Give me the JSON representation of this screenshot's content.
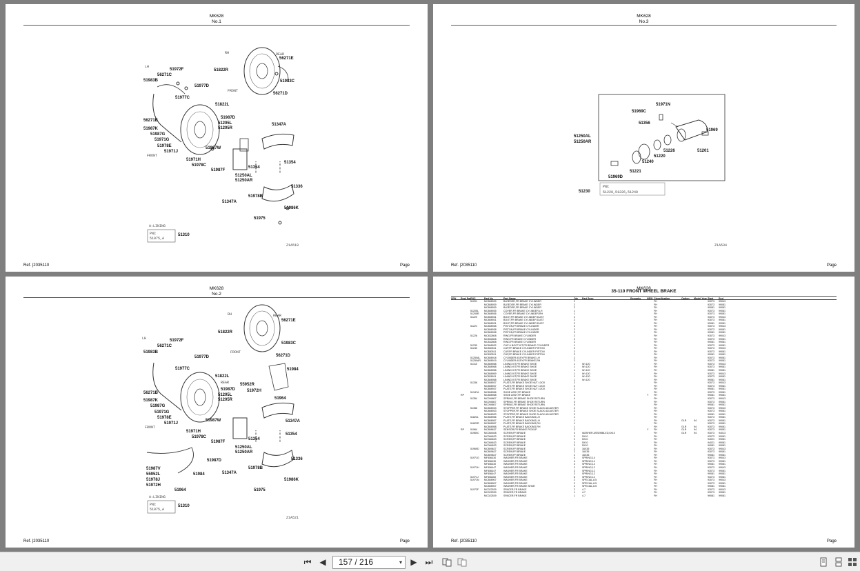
{
  "pages": [
    {
      "model": "MK628",
      "sheet": "No.1",
      "ref_label": "Ref.",
      "ref_value": "|2035110",
      "page_label": "Page"
    },
    {
      "model": "MK628",
      "sheet": "No.3",
      "ref_label": "Ref.",
      "ref_value": "|2035110",
      "page_label": "Page"
    },
    {
      "model": "MK628",
      "sheet": "No.2",
      "ref_label": "Ref.",
      "ref_value": "|2035110",
      "page_label": "Page"
    },
    {
      "model": "MK628",
      "sheet": "35-110 FRONT WHEEL BRAKE",
      "ref_label": "Ref.",
      "ref_value": "|2035110",
      "page_label": "Page"
    }
  ],
  "diagram1": {
    "rh": "RH",
    "lh": "LH",
    "rear": "REAR",
    "front": "FRONT",
    "front2": "FRONT",
    "labels": [
      "51972F",
      "56271C",
      "51983B",
      "51977C",
      "51977D",
      "51822R",
      "56271E",
      "51983C",
      "56271D",
      "51822L",
      "51987D",
      "51205L",
      "51205R",
      "56271B",
      "51987K",
      "51987G",
      "51971G",
      "51978E",
      "51971J",
      "51987W",
      "51971H",
      "51978C",
      "51987F",
      "51347A",
      "51354",
      "51354",
      "51250AL",
      "51250AR",
      "51336",
      "51978B",
      "51347A",
      "51986K",
      "51975"
    ],
    "note_title": "A:LINING",
    "note_pnc": "PNC",
    "note_code": "51975,A",
    "note_ref": "51310",
    "fig_no": "Z1A519"
  },
  "diagram3": {
    "labels": [
      "51971N",
      "51969C",
      "51356",
      "51969",
      "51250AL",
      "51250AR",
      "51226",
      "51201",
      "51220",
      "51240",
      "51221",
      "51969D",
      "51230"
    ],
    "note_pnc": "PNC",
    "note_codes": "51220,51226,51240",
    "fig_no": "Z1A534"
  },
  "diagram2": {
    "rh": "RH",
    "lh": "LH",
    "rear": "REAR",
    "front": "FRONT",
    "rear2": "REAR",
    "front2": "FRONT",
    "labels": [
      "51972F",
      "56271C",
      "51983B",
      "51977D",
      "51977C",
      "51822R",
      "56271E",
      "51983C",
      "56271D",
      "51822L",
      "51984",
      "55952R",
      "51972H",
      "51987D",
      "51205L",
      "51205R",
      "51964",
      "56271B",
      "51987K",
      "51987G",
      "51971G",
      "51978E",
      "51971J",
      "51987W",
      "51971H",
      "51978C",
      "51987F",
      "51347A",
      "51354",
      "51354",
      "51250AL",
      "51250AR",
      "51987D",
      "51987V",
      "55952L",
      "51978J",
      "51972H",
      "51984",
      "51964",
      "51336",
      "51978B",
      "51347A",
      "51986K",
      "51975"
    ],
    "note_title": "A:LINING",
    "note_pnc": "PNC",
    "note_code": "51975,A",
    "note_ref": "51310",
    "fig_no": "Z1A521"
  },
  "parts_list": {
    "headers": [
      "SPN",
      "Repl Part",
      "PNC",
      "Part No",
      "Part Name",
      "Qty",
      "Part Spec",
      "Remarks",
      "NEW",
      "Classification",
      "Option",
      "Model Year",
      "Start",
      "End"
    ],
    "rows": [
      [
        "",
        "",
        "51201",
        "MC808939",
        "BLEEDER,FR BRAKE CYLINDER",
        "2",
        "",
        "",
        "",
        "FH",
        "",
        "",
        "93073",
        "99043"
      ],
      [
        "",
        "",
        "",
        "MC808939",
        "BLEEDER,FR BRAKE CYLINDER",
        "2",
        "",
        "",
        "",
        "FH",
        "",
        "",
        "93073",
        "99081"
      ],
      [
        "",
        "",
        "",
        "MC808939",
        "BLEEDER,FR BRAKE CYLINDER",
        "2",
        "",
        "",
        "",
        "FH",
        "",
        "",
        "99081",
        "99081"
      ],
      [
        "",
        "",
        "51205L",
        "MC808935",
        "COVER,FR BRAKE CYLINDER,LH",
        "1",
        "",
        "",
        "",
        "FH",
        "",
        "",
        "93073",
        "99081"
      ],
      [
        "",
        "",
        "51205R",
        "MC808936",
        "COVER,FR BRAKE CYLINDER,RH",
        "1",
        "",
        "",
        "",
        "FH",
        "",
        "",
        "93073",
        "99081"
      ],
      [
        "",
        "",
        "51220",
        "MC808931",
        "BOOT,FR BRAKE CYLINDER DUST",
        "2",
        "",
        "",
        "",
        "FH",
        "",
        "",
        "93073",
        "99043"
      ],
      [
        "",
        "",
        "",
        "MC808931",
        "BOOT,FR BRAKE CYLINDER DUST",
        "2",
        "",
        "",
        "",
        "FH",
        "",
        "",
        "93073",
        "99081"
      ],
      [
        "",
        "",
        "",
        "MC808931",
        "BOOT,FR BRAKE CYLINDER DUST",
        "2",
        "",
        "",
        "",
        "FH",
        "",
        "",
        "99081",
        "99081"
      ],
      [
        "",
        "",
        "51221",
        "MC808938",
        "PISTON,FR BRAKE CYLINDER",
        "2",
        "",
        "",
        "",
        "FH",
        "",
        "",
        "93073",
        "99043"
      ],
      [
        "",
        "",
        "",
        "MC808938",
        "PISTON,FR BRAKE CYLINDER",
        "2",
        "",
        "",
        "",
        "FH",
        "",
        "",
        "93073",
        "99081"
      ],
      [
        "",
        "",
        "",
        "MC808938",
        "PISTON,FR BRAKE CYLINDER",
        "2",
        "",
        "",
        "",
        "FH",
        "",
        "",
        "99081",
        "99081"
      ],
      [
        "",
        "",
        "51226",
        "MC832808",
        "RING,FR BRAKE CYLINDER",
        "2",
        "",
        "",
        "",
        "FH",
        "",
        "",
        "93073",
        "99043"
      ],
      [
        "",
        "",
        "",
        "MC832808",
        "RING,FR BRAKE CYLINDER",
        "2",
        "",
        "",
        "",
        "FH",
        "",
        "",
        "93073",
        "99081"
      ],
      [
        "",
        "",
        "",
        "MC832808",
        "RING,FR BRAKE CYLINDER",
        "2",
        "",
        "",
        "",
        "FH",
        "",
        "",
        "99081",
        "99081"
      ],
      [
        "",
        "",
        "51230",
        "MC808932",
        "CUP & BOOT KIT,FR BRAKE CYLINDER",
        "1",
        "",
        "",
        "",
        "FH",
        "",
        "",
        "93073",
        "99081"
      ],
      [
        "",
        "",
        "51240",
        "MC830511",
        "CUP,FR BRAKE CYLINDER PISTON",
        "2",
        "",
        "",
        "",
        "FH",
        "",
        "",
        "93073",
        "99043"
      ],
      [
        "",
        "",
        "",
        "MC830511",
        "CUP,FR BRAKE CYLINDER PISTON",
        "2",
        "",
        "",
        "",
        "FH",
        "",
        "",
        "93073",
        "99081"
      ],
      [
        "",
        "",
        "",
        "MC830511",
        "CUP,FR BRAKE CYLINDER PISTON",
        "2",
        "",
        "",
        "",
        "FH",
        "",
        "",
        "99081",
        "99081"
      ],
      [
        "",
        "",
        "51250AL",
        "MC808918",
        "CYLINDER ASSY,FR BRAKE,LH",
        "2",
        "",
        "",
        "",
        "FH",
        "",
        "",
        "93073",
        "99081"
      ],
      [
        "",
        "",
        "51250AR",
        "MC808919",
        "CYLINDER ASSY,FR BRAKE,RH",
        "2",
        "",
        "",
        "",
        "FH",
        "",
        "",
        "93073",
        "99081"
      ],
      [
        "",
        "",
        "51310",
        "MC808958",
        "LINING KIT,FR BRAKE SHOE",
        "1",
        "W=120",
        "",
        "",
        "FH",
        "",
        "",
        "93073",
        "99043"
      ],
      [
        "",
        "",
        "",
        "MC808958",
        "LINING KIT,FR BRAKE SHOE",
        "1",
        "W=120",
        "",
        "",
        "FH",
        "",
        "",
        "93073",
        "99081"
      ],
      [
        "",
        "",
        "",
        "MC808958",
        "LINING KIT,FR BRAKE SHOE",
        "1",
        "W=120",
        "",
        "",
        "FH",
        "",
        "",
        "99081",
        "99081"
      ],
      [
        "",
        "",
        "",
        "MC808959",
        "LINING KIT,FR BRAKE SHOE",
        "1",
        "W=120",
        "",
        "",
        "FH",
        "",
        "",
        "93073",
        "99043"
      ],
      [
        "",
        "",
        "",
        "MC828911",
        "LINING KIT,FR BRAKE SHOE",
        "1",
        "W=120",
        "",
        "",
        "FH",
        "",
        "",
        "93073",
        "99081"
      ],
      [
        "",
        "",
        "",
        "MC808958",
        "LINING KIT,FR BRAKE SHOE",
        "1",
        "W=120",
        "",
        "",
        "FH",
        "",
        "",
        "99081",
        "99081"
      ],
      [
        "",
        "",
        "51336",
        "MC808937",
        "PLATE,FR BRAKE SHOE NUT LOCK",
        "2",
        "",
        "",
        "",
        "FH",
        "",
        "",
        "93073",
        "99043"
      ],
      [
        "",
        "",
        "",
        "MC808937",
        "PLATE,FR BRAKE SHOE NUT LOCK",
        "2",
        "",
        "",
        "",
        "FH",
        "",
        "",
        "93073",
        "99081"
      ],
      [
        "",
        "",
        "",
        "MC808937",
        "PLATE,FR BRAKE SHOE NUT LOCK",
        "2",
        "",
        "",
        "",
        "FH",
        "",
        "",
        "99081",
        "99081"
      ],
      [
        "",
        "",
        "51347A",
        "MC808956",
        "SHOE ASSY,FR BRAKE",
        "4",
        "",
        "",
        "",
        "FH",
        "",
        "",
        "93073",
        "99081"
      ],
      [
        "",
        "RP",
        "",
        "MC808958",
        "SHOE ASSY,FR BRAKE",
        "4",
        "",
        "",
        "Y",
        "FH",
        "",
        "",
        "99081",
        "99081"
      ],
      [
        "",
        "",
        "51354",
        "MC094807",
        "SPRING,FR BRAKE SHOE RETURN",
        "4",
        "",
        "",
        "",
        "FH",
        "",
        "",
        "93073",
        "99043"
      ],
      [
        "",
        "",
        "",
        "MC094807",
        "SPRING,FR BRAKE SHOE RETURN",
        "4",
        "",
        "",
        "",
        "FH",
        "",
        "",
        "93073",
        "99081"
      ],
      [
        "",
        "",
        "",
        "MC094807",
        "SPRING,FR BRAKE SHOE RETURN",
        "4",
        "",
        "",
        "",
        "FH",
        "",
        "",
        "99081",
        "99081"
      ],
      [
        "",
        "",
        "51356",
        "MC808933",
        "STOPPER,FR BRAKE SHOE SLACK ADJUSTER",
        "2",
        "",
        "",
        "",
        "FH",
        "",
        "",
        "93073",
        "99043"
      ],
      [
        "",
        "",
        "",
        "MC808933",
        "STOPPER,FR BRAKE SHOE SLACK ADJUSTER",
        "2",
        "",
        "",
        "",
        "FH",
        "",
        "",
        "93073",
        "99081"
      ],
      [
        "",
        "",
        "",
        "MC808933",
        "STOPPER,FR BRAKE SHOE SLACK ADJUSTER",
        "2",
        "",
        "",
        "",
        "FH",
        "",
        "",
        "99081",
        "99081"
      ],
      [
        "",
        "",
        "51822L",
        "MC808956",
        "PLATE,FR BRAKE BACKING,LH",
        "1",
        "",
        "",
        "",
        "FH",
        "",
        "",
        "93073",
        "99081"
      ],
      [
        "",
        "",
        "",
        "MC808957",
        "PLATE,FR BRAKE BACKING,LH",
        "1",
        "",
        "",
        "",
        "FH",
        "GLR",
        "94",
        "93073",
        "99081"
      ],
      [
        "",
        "",
        "51822R",
        "MC808957",
        "PLATE,FR BRAKE BACKING,RH",
        "1",
        "",
        "",
        "",
        "FH",
        "",
        "",
        "93073",
        "99081"
      ],
      [
        "",
        "",
        "",
        "MC808958",
        "PLATE,FR BRAKE BACKING,RH",
        "1",
        "",
        "",
        "",
        "FH",
        "GLR",
        "94",
        "93073",
        "99081"
      ],
      [
        "",
        "RP",
        "51964",
        "MC808637",
        "SENSOR,FR BRAKE PICKUP",
        "2",
        "",
        "",
        "Y",
        "FH",
        "GLR",
        "94",
        "93073",
        "99081"
      ],
      [
        "",
        "",
        "51969C",
        "MC084408",
        "SCREW,FR BRAKE",
        "4",
        "WASHER ASSEMBLED,5X10",
        "",
        "",
        "FH",
        "GLR",
        "94",
        "93073",
        "94013"
      ],
      [
        "",
        "",
        "",
        "MC084633",
        "SCREW,FR BRAKE",
        "2",
        "5X10",
        "",
        "",
        "FH",
        "",
        "",
        "93073",
        "99081"
      ],
      [
        "",
        "",
        "",
        "MC084633",
        "SCREW,FR BRAKE",
        "2",
        "5X10",
        "",
        "",
        "FH",
        "",
        "",
        "94021",
        "99081"
      ],
      [
        "",
        "",
        "",
        "MC084633",
        "SCREW,FR BRAKE",
        "2",
        "5X10",
        "",
        "",
        "FH",
        "",
        "",
        "94021",
        "99081"
      ],
      [
        "",
        "",
        "",
        "MC084633",
        "SCREW,FR BRAKE",
        "2",
        "5X10",
        "",
        "",
        "FH",
        "",
        "",
        "99081",
        "99081"
      ],
      [
        "",
        "",
        "51969D",
        "MC809627",
        "SCREW,FR BRAKE",
        "2",
        "16X35",
        "",
        "",
        "FH",
        "",
        "",
        "93073",
        "99043"
      ],
      [
        "",
        "",
        "",
        "MC809627",
        "SCREW,FR BRAKE",
        "2",
        "16X35",
        "",
        "",
        "FH",
        "",
        "",
        "93073",
        "99081"
      ],
      [
        "",
        "",
        "",
        "MC809627",
        "SCREW,FR BRAKE",
        "2",
        "16X35",
        "",
        "",
        "FH",
        "",
        "",
        "99081",
        "99081"
      ],
      [
        "",
        "",
        "51971G",
        "MF456430",
        "WASHER,FR BRAKE",
        "4",
        "SPRING,14",
        "",
        "",
        "FH",
        "",
        "",
        "93073",
        "99043"
      ],
      [
        "",
        "",
        "",
        "MF456430",
        "WASHER,FR BRAKE",
        "4",
        "SPRING,14",
        "",
        "",
        "FH",
        "",
        "",
        "93073",
        "99081"
      ],
      [
        "",
        "",
        "",
        "MF456430",
        "WASHER,FR BRAKE",
        "4",
        "SPRING,14",
        "",
        "",
        "FH",
        "",
        "",
        "99081",
        "99081"
      ],
      [
        "",
        "",
        "51971H",
        "MF456447",
        "WASHER,FR BRAKE",
        "2",
        "SPRING,12",
        "",
        "",
        "FH",
        "",
        "",
        "93073",
        "99043"
      ],
      [
        "",
        "",
        "",
        "MF456447",
        "WASHER,FR BRAKE",
        "2",
        "SPRING,12",
        "",
        "",
        "FH",
        "",
        "",
        "93073",
        "99081"
      ],
      [
        "",
        "",
        "",
        "MF456447",
        "WASHER,FR BRAKE",
        "2",
        "SPRING,12",
        "",
        "",
        "FH",
        "",
        "",
        "99081",
        "99081"
      ],
      [
        "",
        "",
        "51971J",
        "MF456460",
        "WASHER,FR BRAKE",
        "8",
        "SPRING,14",
        "",
        "",
        "FH",
        "",
        "",
        "93073",
        "99081"
      ],
      [
        "",
        "",
        "51971N",
        "MC808907",
        "WASHER,FR BRAKE",
        "2",
        "SPECIAL,8.5",
        "",
        "",
        "FH",
        "",
        "",
        "93073",
        "99043"
      ],
      [
        "",
        "",
        "",
        "MC808907",
        "WASHER,FR BRAKE",
        "2",
        "SPECIAL,8.5",
        "",
        "",
        "FH",
        "",
        "",
        "93073",
        "99081"
      ],
      [
        "",
        "",
        "",
        "MC808907",
        "WASHER,FR BRAKE SHOE",
        "2",
        "SPECIAL,8.5",
        "",
        "",
        "FH",
        "",
        "",
        "99081",
        "99081"
      ],
      [
        "",
        "",
        "51972F",
        "MC022539",
        "SPACER,FR BRAKE",
        "2",
        "4.7",
        "",
        "",
        "FH",
        "",
        "",
        "93073",
        "99043"
      ],
      [
        "",
        "",
        "",
        "MC022539",
        "SPACER,FR BRAKE",
        "1",
        "4.7",
        "",
        "",
        "FH",
        "",
        "",
        "93073",
        "99081"
      ],
      [
        "",
        "",
        "",
        "MC022539",
        "SPACER,FR BRAKE",
        "1",
        "4.7",
        "",
        "",
        "FH",
        "",
        "",
        "99081",
        "99081"
      ]
    ]
  },
  "toolbar": {
    "first_icon": "first-page-icon",
    "prev_icon": "prev-page-icon",
    "page_value": "157 / 216",
    "next_icon": "next-page-icon",
    "last_icon": "last-page-icon",
    "dropdown_glyph": "▾"
  }
}
